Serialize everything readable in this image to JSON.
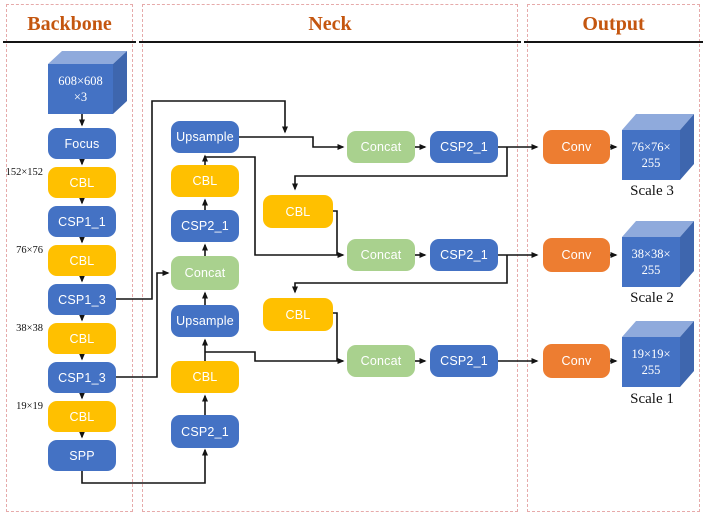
{
  "sections": {
    "backbone": {
      "title": "Backbone"
    },
    "neck": {
      "title": "Neck"
    },
    "output": {
      "title": "Output"
    }
  },
  "backbone": {
    "input_cube": {
      "line1": "608×608",
      "line2": "×3"
    },
    "size_labels": [
      "152×152",
      "76×76",
      "38×38",
      "19×19"
    ],
    "nodes": [
      {
        "label": "Focus"
      },
      {
        "label": "CBL"
      },
      {
        "label": "CSP1_1"
      },
      {
        "label": "CBL"
      },
      {
        "label": "CSP1_3"
      },
      {
        "label": "CBL"
      },
      {
        "label": "CSP1_3"
      },
      {
        "label": "CBL"
      },
      {
        "label": "SPP"
      }
    ]
  },
  "neck": {
    "column": [
      {
        "label": "Upsample"
      },
      {
        "label": "CBL"
      },
      {
        "label": "CSP2_1"
      },
      {
        "label": "Concat"
      },
      {
        "label": "Upsample"
      },
      {
        "label": "CBL"
      },
      {
        "label": "CSP2_1"
      }
    ],
    "feeders": [
      {
        "label": "CBL"
      },
      {
        "label": "CBL"
      }
    ],
    "rows": [
      {
        "concat": "Concat",
        "csp": "CSP2_1"
      },
      {
        "concat": "Concat",
        "csp": "CSP2_1"
      },
      {
        "concat": "Concat",
        "csp": "CSP2_1"
      }
    ]
  },
  "output": {
    "rows": [
      {
        "conv": "Conv",
        "cube_line1": "76×76×",
        "cube_line2": "255",
        "scale": "Scale 3"
      },
      {
        "conv": "Conv",
        "cube_line1": "38×38×",
        "cube_line2": "255",
        "scale": "Scale 2"
      },
      {
        "conv": "Conv",
        "cube_line1": "19×19×",
        "cube_line2": "255",
        "scale": "Scale 1"
      }
    ]
  },
  "colors": {
    "node_blue": "#4472C4",
    "node_yellow": "#FFC000",
    "node_green": "#A9D18E",
    "node_orange": "#ED7D31",
    "header_text": "#C4560F",
    "cube_top": "#8FAADC",
    "cube_side": "#3E66AE",
    "line": "#141414",
    "section_border": "#E6AAAA"
  }
}
